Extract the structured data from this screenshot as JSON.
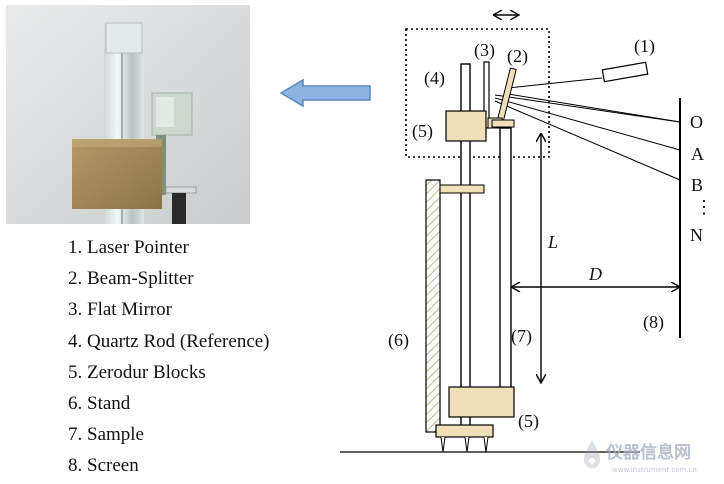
{
  "legend": [
    "1. Laser Pointer",
    "2. Beam-Splitter",
    "3. Flat Mirror",
    "4. Quartz Rod (Reference)",
    "5. Zerodur Blocks",
    "6. Stand",
    "7. Sample",
    "8. Screen"
  ],
  "labels": {
    "laser": "(1)",
    "splitter": "(2)",
    "mirror": "(3)",
    "quartz": "(4)",
    "block_top": "(5)",
    "block_bottom": "(5)",
    "stand": "(6)",
    "sample": "(7)",
    "screen": "(8)",
    "length": "L",
    "distance": "D"
  },
  "screen_marks": [
    "O",
    "A",
    "B",
    "⋮",
    "N"
  ],
  "watermark": {
    "brand": "仪器信息网",
    "url": "www.instrument.com.cn"
  },
  "colors": {
    "arrow_fill": "#8fb4e3",
    "arrow_stroke": "#5b86c0",
    "block_fill": "#f1dfb8",
    "stand_hatch": "#c8b48a"
  }
}
